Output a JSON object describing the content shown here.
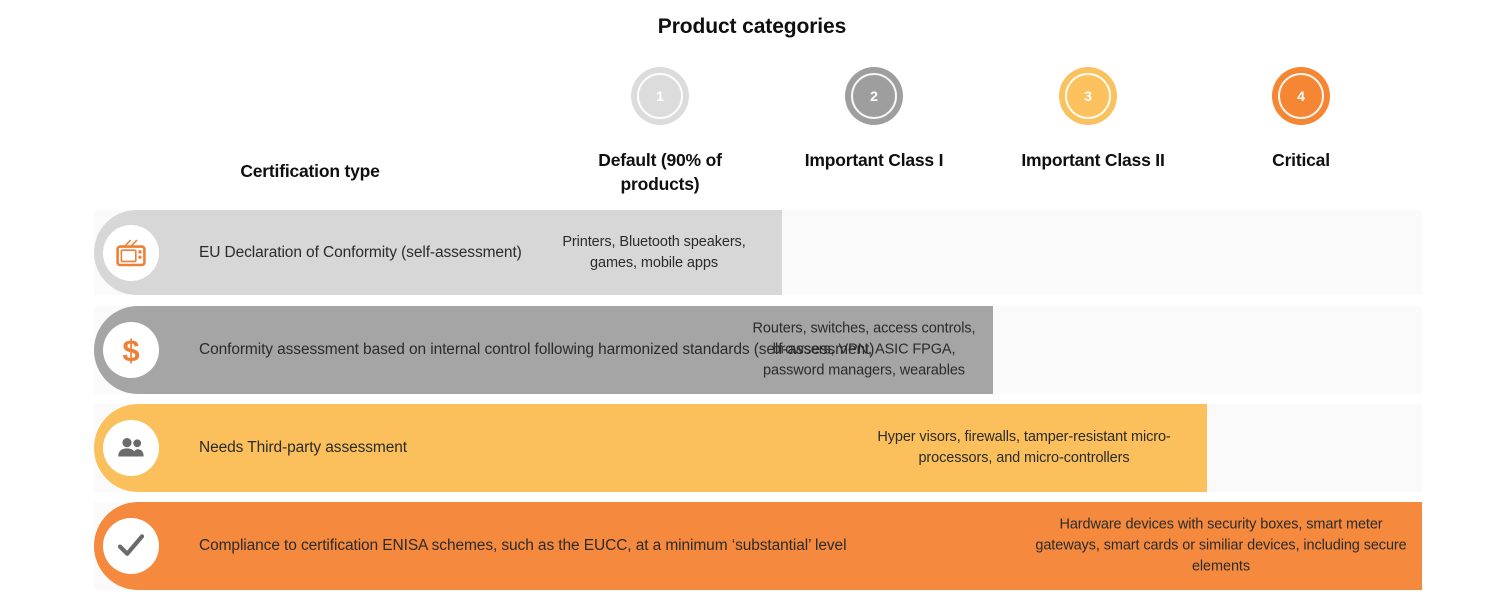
{
  "title": "Product categories",
  "row_header": "Certification type",
  "colors": {
    "cat1": "#dcdcdc",
    "cat2": "#9e9e9e",
    "cat3": "#fbc15e",
    "cat4": "#f58634",
    "row1_bar": "#d7d7d7",
    "row2_bar": "#a5a5a5",
    "row3_bar": "#fbc05c",
    "row4_bar": "#f58a3f",
    "row1_cell": "#d6d6d6",
    "row2_cell": "#a0a0a0",
    "row3_cell": "#fbc05c",
    "row4_cell": "#f58a3f",
    "track": "#fafafa",
    "icon_orange": "#ee7f36",
    "icon_gray": "#6b6b6b",
    "text_dark": "#2b2b2b",
    "title_dark": "#0f0f0f"
  },
  "categories": [
    {
      "number": "1",
      "label": "Default (90% of products)",
      "icon_name": "category-badge-1"
    },
    {
      "number": "2",
      "label": "Important Class I",
      "icon_name": "category-badge-2"
    },
    {
      "number": "3",
      "label": "Important Class II",
      "icon_name": "category-badge-3"
    },
    {
      "number": "4",
      "label": "Critical",
      "icon_name": "category-badge-4"
    }
  ],
  "rows": [
    {
      "icon_name": "television-icon",
      "label": "EU Declaration of Conformity (self-assessment)",
      "cell_text": "Printers, Bluetooth speakers, games, mobile apps"
    },
    {
      "icon_name": "dollar-sign-icon",
      "label": "Conformity assessment based on internal control following harmonized standards (self-assessment)",
      "cell_text": "Routers, switches, access controls, browsers, VPN, ASIC FPGA, password managers, wearables"
    },
    {
      "icon_name": "people-group-icon",
      "label": "Needs Third-party assessment",
      "cell_text": "Hyper visors, firewalls, tamper-resistant micro-processors, and micro-controllers"
    },
    {
      "icon_name": "checkmark-icon",
      "label": "Compliance to certification ENISA schemes, such as the EUCC, at a minimum ‘substantial’ level",
      "cell_text": "Hardware devices with security boxes, smart meter gateways, smart cards or similiar devices, including secure elements"
    }
  ],
  "chart_data": {
    "type": "table",
    "title": "Product categories",
    "row_axis_label": "Certification type",
    "column_axis_label": "Product categories",
    "columns": [
      "Default (90% of products)",
      "Important Class I",
      "Important Class II",
      "Critical"
    ],
    "rows": [
      "EU Declaration of Conformity (self-assessment)",
      "Conformity assessment based on internal control following harmonized standards (self-assessment)",
      "Needs Third-party assessment",
      "Compliance to certification ENISA schemes, such as the EUCC, at a minimum ‘substantial’ level"
    ],
    "cells": [
      {
        "row": 0,
        "column": 0,
        "value": "Printers, Bluetooth speakers, games, mobile apps"
      },
      {
        "row": 1,
        "column": 1,
        "value": "Routers, switches, access controls, browsers, VPN, ASIC FPGA, password managers, wearables"
      },
      {
        "row": 2,
        "column": 2,
        "value": "Hyper visors, firewalls, tamper-resistant micro-processors, and micro-controllers"
      },
      {
        "row": 3,
        "column": 3,
        "value": "Hardware devices with security boxes, smart meter gateways, smart cards or similiar devices, including secure elements"
      }
    ],
    "grid": false,
    "legend": "none"
  }
}
